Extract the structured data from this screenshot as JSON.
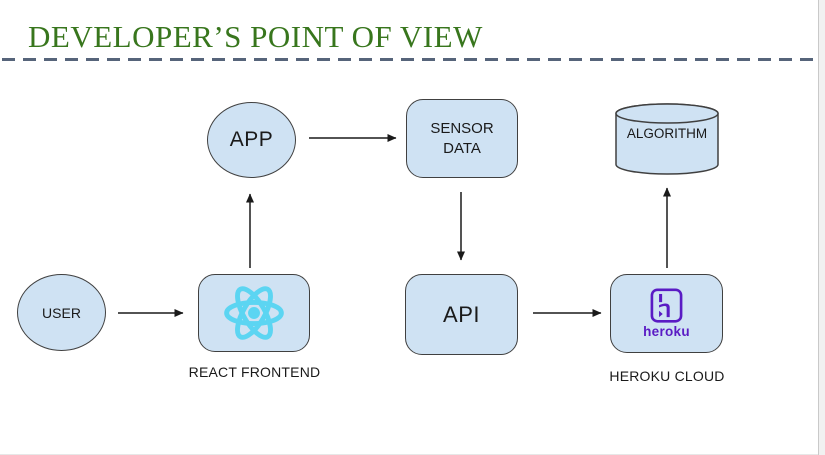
{
  "page": {
    "title": "DEVELOPER’S POINT OF VIEW"
  },
  "diagram": {
    "nodes": {
      "user": {
        "label": "USER",
        "shape": "ellipse"
      },
      "app": {
        "label": "APP",
        "shape": "ellipse"
      },
      "sensor_data": {
        "label": "SENSOR DATA",
        "shape": "rounded-rect"
      },
      "algorithm": {
        "label": "ALGORITHM",
        "shape": "cylinder"
      },
      "react_frontend": {
        "icon": "react-icon",
        "caption": "REACT FRONTEND",
        "shape": "rounded-rect"
      },
      "api": {
        "label": "API",
        "shape": "rounded-rect"
      },
      "heroku_cloud": {
        "icon": "heroku-icon",
        "logo_text": "heroku",
        "caption": "HEROKU CLOUD",
        "shape": "rounded-rect"
      }
    },
    "edges": [
      {
        "from": "user",
        "to": "react_frontend"
      },
      {
        "from": "react_frontend",
        "to": "app"
      },
      {
        "from": "app",
        "to": "sensor_data"
      },
      {
        "from": "sensor_data",
        "to": "api"
      },
      {
        "from": "api",
        "to": "heroku_cloud"
      },
      {
        "from": "heroku_cloud",
        "to": "algorithm"
      }
    ]
  },
  "colors": {
    "node_fill": "#cfe2f3",
    "node_border": "#404040",
    "title_green": "#38761d",
    "divider_slate": "#56647a",
    "react_cyan": "#5cd5f2",
    "heroku_purple": "#5a1bc4",
    "arrow_black": "#1a1a1a"
  }
}
